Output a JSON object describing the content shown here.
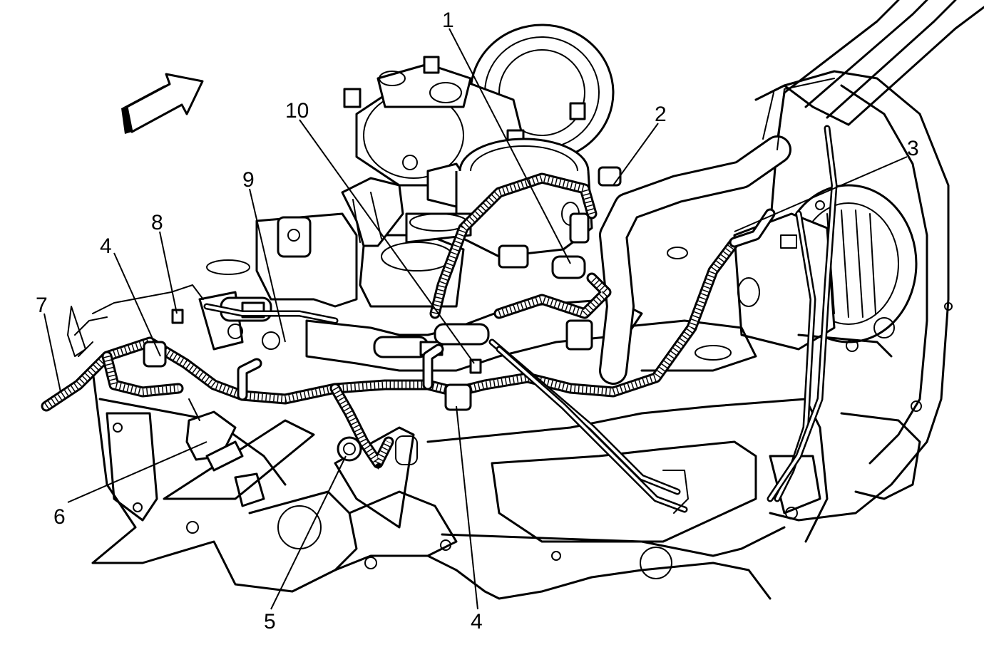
{
  "callouts": [
    {
      "id": "c1",
      "text": "1"
    },
    {
      "id": "c2",
      "text": "2"
    },
    {
      "id": "c3",
      "text": "3"
    },
    {
      "id": "c4a",
      "text": "4"
    },
    {
      "id": "c4b",
      "text": "4"
    },
    {
      "id": "c5",
      "text": "5"
    },
    {
      "id": "c6",
      "text": "6"
    },
    {
      "id": "c7",
      "text": "7"
    },
    {
      "id": "c8",
      "text": "8"
    },
    {
      "id": "c9",
      "text": "9"
    },
    {
      "id": "c10",
      "text": "10"
    }
  ],
  "icons": {
    "orientation_arrow": "front-direction-arrow-icon"
  },
  "colors": {
    "line": "#000000",
    "background": "#ffffff"
  }
}
